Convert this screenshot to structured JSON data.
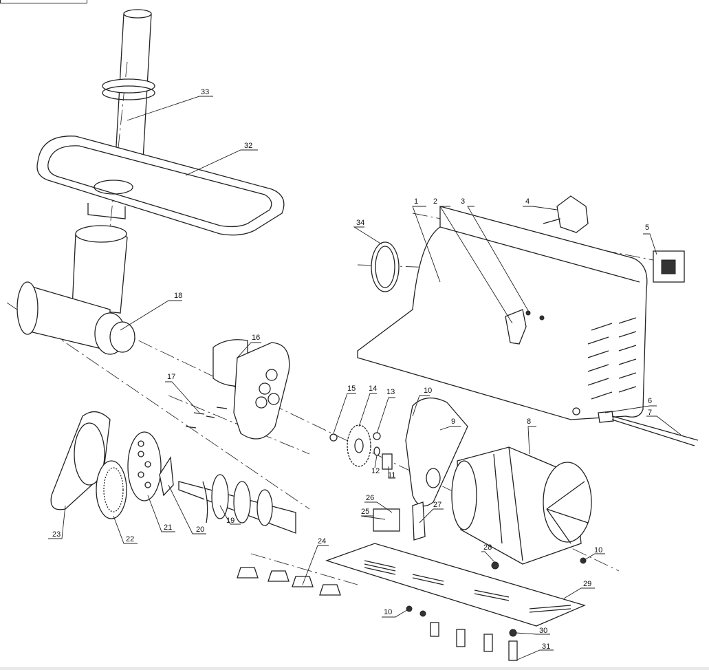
{
  "diagram": {
    "type": "exploded-parts-view",
    "labels": [
      "1",
      "2",
      "3",
      "4",
      "5",
      "6",
      "7",
      "8",
      "9",
      "10",
      "10",
      "10",
      "10",
      "11",
      "12",
      "13",
      "14",
      "15",
      "16",
      "17",
      "18",
      "19",
      "20",
      "21",
      "22",
      "23",
      "24",
      "25",
      "26",
      "27",
      "28",
      "29",
      "30",
      "31",
      "32",
      "33",
      "34"
    ]
  }
}
